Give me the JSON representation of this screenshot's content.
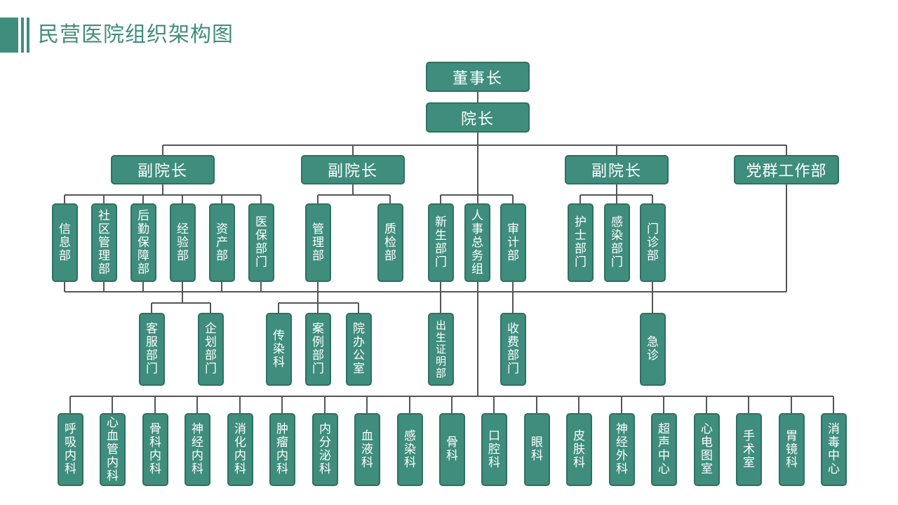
{
  "title": "民营医院组织架构图",
  "colors": {
    "box_fill": "#3f8d7d",
    "line": "#555555",
    "title": "#3f8d7d"
  },
  "top": {
    "chairman": "董事长",
    "president": "院长"
  },
  "vp": [
    "副院长",
    "副院长",
    "副院长"
  ],
  "party": "党群工作部",
  "dept": {
    "info": "信息部",
    "community": "社区管理部",
    "logistics": "后勤保障部",
    "operations": "经验部",
    "assets": "资产部",
    "insurance": "医保部门",
    "management": "管理部",
    "quality": "质检部",
    "newborn": "新生部门",
    "hr": "人事总务组",
    "audit": "审计部",
    "nursing": "护士部门",
    "infection": "感染部门",
    "outpatient": "门诊部"
  },
  "sub": {
    "customer": "客服部门",
    "planning": "企划部门",
    "infectious": "传染科",
    "cases": "案例部门",
    "office": "院办公室",
    "birthcert": "出生证明部",
    "cashier": "收费部门",
    "emergency": "急诊"
  },
  "clinical": [
    "呼吸内科",
    "心血管内科",
    "骨科内科",
    "神经内科",
    "消化内科",
    "肿瘤内科",
    "内分泌科",
    "血液科",
    "感染科",
    "骨科",
    "口腔科",
    "眼科",
    "皮肤科",
    "神经外科",
    "超声中心",
    "心电图室",
    "手术室",
    "胃镜科",
    "消毒中心"
  ]
}
